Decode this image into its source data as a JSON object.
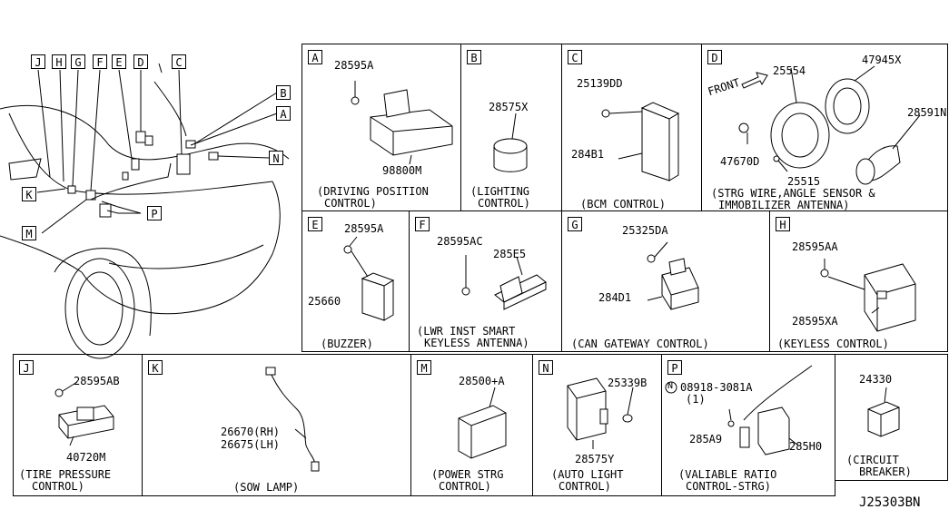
{
  "diagram_id": "J25303BN",
  "car_labels": [
    "J",
    "H",
    "G",
    "F",
    "E",
    "D",
    "C",
    "B",
    "A",
    "N",
    "K",
    "M",
    "P"
  ],
  "panels": {
    "A": {
      "letter": "A",
      "parts": [
        "28595A",
        "98800M"
      ],
      "caption": [
        "(DRIVING POSITION",
        "CONTROL)"
      ]
    },
    "B": {
      "letter": "B",
      "parts": [
        "28575X"
      ],
      "caption": [
        "(LIGHTING",
        "CONTROL)"
      ]
    },
    "C": {
      "letter": "C",
      "parts": [
        "25139DD",
        "284B1"
      ],
      "caption": [
        "(BCM CONTROL)"
      ]
    },
    "D": {
      "letter": "D",
      "parts": [
        "25554",
        "47945X",
        "28591N",
        "47670D",
        "25515"
      ],
      "front": "FRONT",
      "caption": [
        "(STRG WIRE,ANGLE SENSOR &",
        "IMMOBILIZER ANTENNA)"
      ]
    },
    "E": {
      "letter": "E",
      "parts": [
        "28595A",
        "25660"
      ],
      "caption": [
        "(BUZZER)"
      ]
    },
    "F": {
      "letter": "F",
      "parts": [
        "28595AC",
        "285E5"
      ],
      "caption": [
        "(LWR INST SMART",
        "KEYLESS ANTENNA)"
      ]
    },
    "G": {
      "letter": "G",
      "parts": [
        "25325DA",
        "284D1"
      ],
      "caption": [
        "(CAN GATEWAY CONTROL)"
      ]
    },
    "H": {
      "letter": "H",
      "parts": [
        "28595AA",
        "28595XA"
      ],
      "caption": [
        "(KEYLESS CONTROL)"
      ]
    },
    "J": {
      "letter": "J",
      "parts": [
        "28595AB",
        "40720M"
      ],
      "caption": [
        "(TIRE PRESSURE",
        "CONTROL)"
      ]
    },
    "K": {
      "letter": "K",
      "parts": [
        "26670(RH)",
        "26675(LH)"
      ],
      "caption": [
        "(SOW LAMP)"
      ]
    },
    "M": {
      "letter": "M",
      "parts": [
        "28500+A"
      ],
      "caption": [
        "(POWER STRG",
        "CONTROL)"
      ]
    },
    "N": {
      "letter": "N",
      "parts": [
        "25339B",
        "28575Y"
      ],
      "caption": [
        "(AUTO LIGHT",
        "CONTROL)"
      ]
    },
    "P": {
      "letter": "P",
      "parts": [
        "08918-3081A",
        "(1)",
        "285A9",
        "285H0"
      ],
      "nut": "N",
      "caption": [
        "(VALIABLE RATIO",
        "CONTROL-STRG)"
      ]
    },
    "CB": {
      "parts": [
        "24330"
      ],
      "caption": [
        "(CIRCUIT",
        "BREAKER)"
      ]
    }
  }
}
